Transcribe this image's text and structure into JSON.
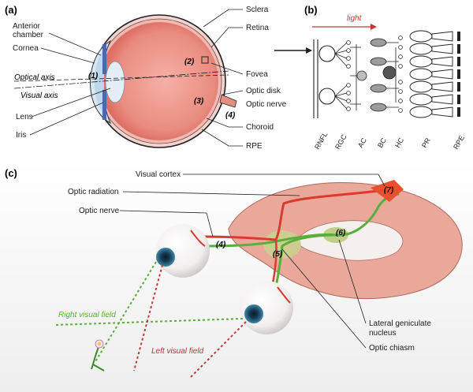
{
  "panels": {
    "a": "(a)",
    "b": "(b)",
    "c": "(c)"
  },
  "panel_a": {
    "left_labels": {
      "anterior_chamber_line1": "Anterior",
      "anterior_chamber_line2": "chamber",
      "cornea": "Cornea",
      "optical_axis": "Optical axis",
      "visual_axis": "Visual axis",
      "lens": "Lens",
      "iris": "Iris"
    },
    "right_labels": {
      "sclera": "Sclera",
      "retina": "Retina",
      "fovea": "Fovea",
      "optic_disk": "Optic disk",
      "optic_nerve": "Optic nerve",
      "choroid": "Choroid",
      "rpe": "RPE"
    },
    "markers": {
      "m1": "(1)",
      "m2": "(2)",
      "m3": "(3)",
      "m4": "(4)"
    }
  },
  "panel_b": {
    "light": "light",
    "layers": [
      "RNFL",
      "RGC",
      "AC",
      "BC",
      "HC",
      "PR",
      "RPE"
    ]
  },
  "panel_c": {
    "labels": {
      "visual_cortex": "Visual cortex",
      "optic_radiation": "Optic radiation",
      "optic_nerve": "Optic nerve",
      "lgn_line1": "Lateral geniculate",
      "lgn_line2": "nucleus",
      "optic_chiasm": "Optic chiasm",
      "right_visual_field": "Right visual field",
      "left_visual_field": "Left visual field"
    },
    "markers": {
      "m4": "(4)",
      "m5": "(5)",
      "m6": "(6)",
      "m7": "(7)"
    }
  },
  "colors": {
    "right_field": "#5aae3c",
    "left_field": "#c0393b",
    "sclera": "#f2c6c0",
    "retina": "#e67f74",
    "brain": "#e9a89a",
    "light_arrow": "#c0392b"
  }
}
